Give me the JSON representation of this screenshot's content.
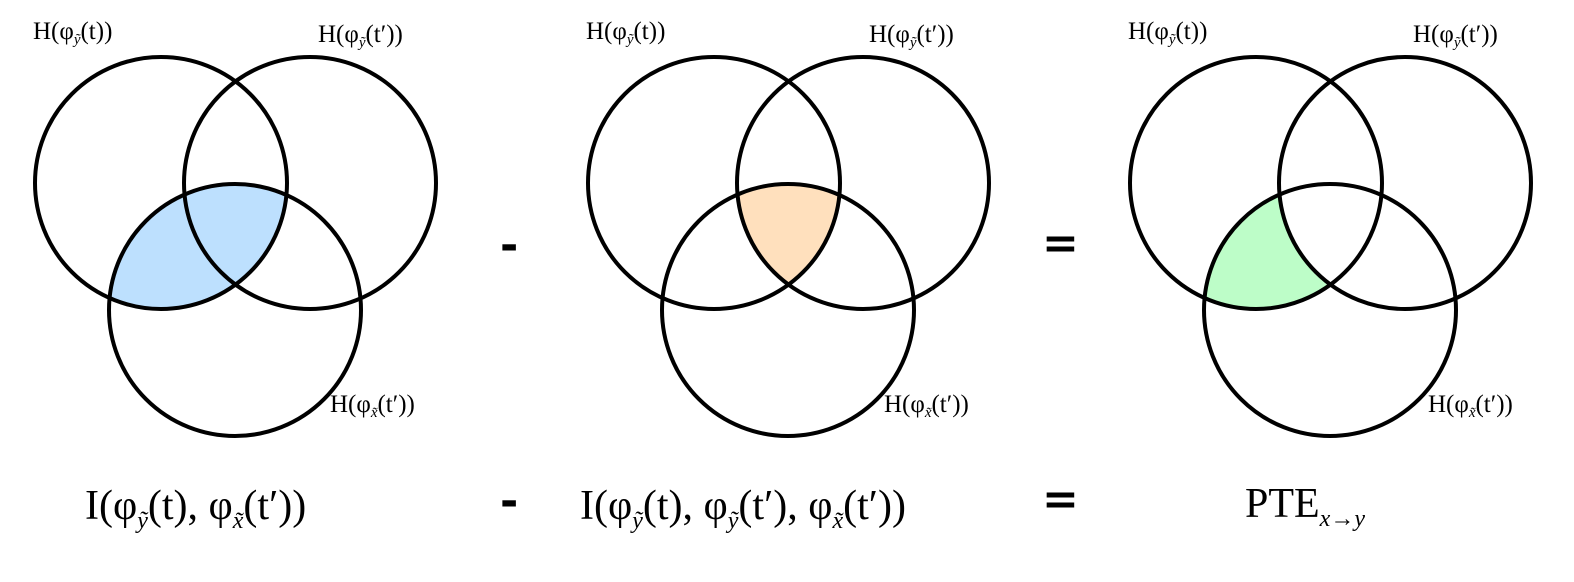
{
  "colors": {
    "blue": "#bde0fe",
    "orange": "#ffe0bd",
    "green": "#bdfdc8",
    "stroke": "#000000"
  },
  "labels": {
    "h_yt": {
      "pre": "H(φ",
      "sub": "ỹ",
      "post": "(t))"
    },
    "h_ytp": {
      "pre": "H(φ",
      "sub": "ỹ",
      "post": "(t′))"
    },
    "h_xtp": {
      "pre": "H(φ",
      "sub": "x̃",
      "post": "(t′))"
    }
  },
  "operators": {
    "minus": "-",
    "equals": "="
  },
  "formulas": {
    "left": [
      "I(φ",
      "ỹ",
      "(t), φ",
      "x̃",
      "(t′))"
    ],
    "middle": [
      "I(φ",
      "ỹ",
      "(t), φ",
      "ỹ",
      "(t′), φ",
      "x̃",
      "(t′))"
    ],
    "right": {
      "main": "PTE",
      "sub": "x→y"
    }
  }
}
